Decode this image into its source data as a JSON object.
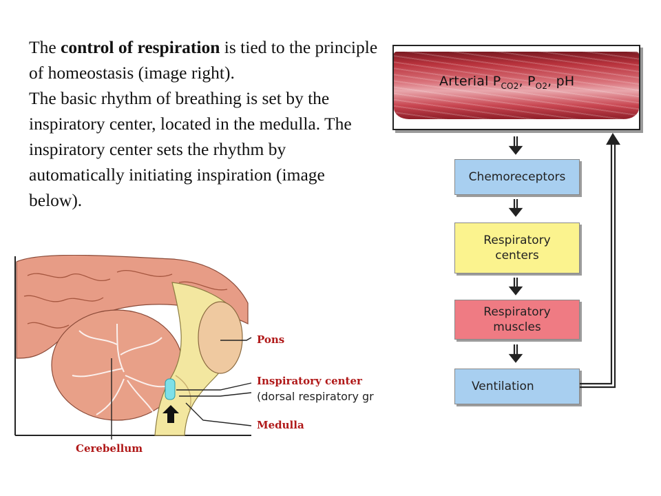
{
  "intro": {
    "sentence1_prefix": "The ",
    "sentence1_bold": "control of respiration",
    "sentence1_suffix": " is tied to the principle of homeostasis (image right).",
    "sentence2": "The basic rhythm of breathing is set by the inspiratory center, located in the medulla. The inspiratory center sets the rhythm by automatically initiating inspiration (image below)."
  },
  "flow": {
    "artery_text": "Arterial P",
    "artery_sub1": "CO2",
    "artery_mid": ", P",
    "artery_sub2": "O2",
    "artery_end": ", pH",
    "boxes": [
      "Chemoreceptors",
      "Respiratory\ncenters",
      "Respiratory\nmuscles",
      "Ventilation"
    ],
    "colors": {
      "blue": "#a8cff0",
      "yellow": "#fbf38e",
      "red": "#ef7b83",
      "artery": "#b8323c"
    }
  },
  "brain": {
    "labels": {
      "pons": "Pons",
      "inspiratory_center": "Inspiratory center",
      "inspiratory_sub": "(dorsal respiratory gr",
      "medulla": "Medulla",
      "cerebellum": "Cerebellum"
    },
    "colors": {
      "label": "#b01818",
      "cerebellum": "#e8a088",
      "brainstem": "#f3e7a0",
      "center": "#7fe0e8"
    }
  }
}
